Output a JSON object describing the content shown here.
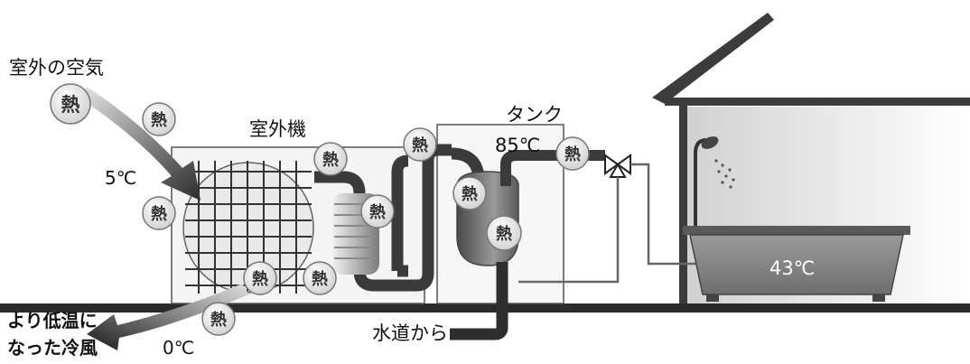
{
  "labels": {
    "outdoor_air": "室外の空気",
    "outdoor_unit": "室外機",
    "tank": "タンク",
    "tank_temp": "85℃",
    "intake_temp": "5℃",
    "exhaust_temp": "0℃",
    "cold_air_line1": "より低温に",
    "cold_air_line2": "なった冷風",
    "water_supply": "水道から",
    "bath_temp": "43℃"
  },
  "heat_label": "熱",
  "colors": {
    "pipe_dark": "#3a3a3a",
    "pipe_light": "#6a6a6a",
    "bath_fill": "#8a8a8a",
    "wall_line": "#555555"
  }
}
